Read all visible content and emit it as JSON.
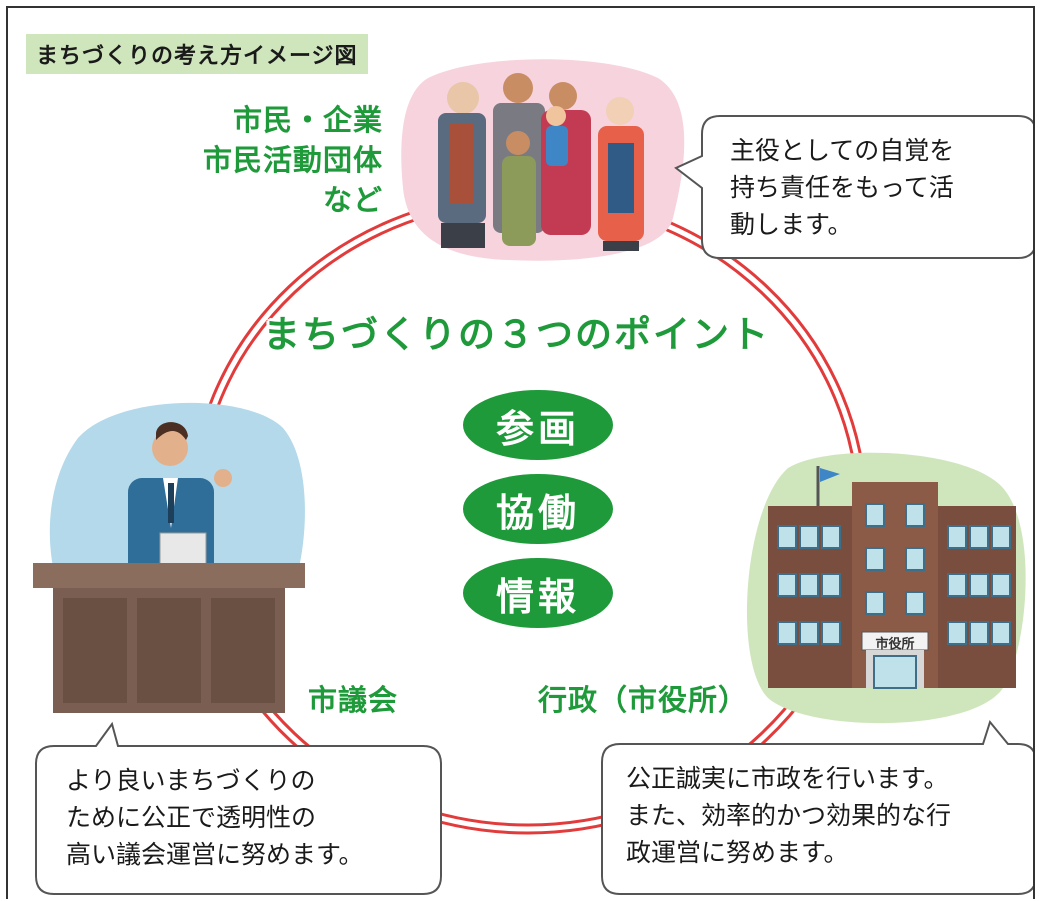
{
  "title": "まちづくりの考え方イメージ図",
  "main_title": "まちづくりの３つのポイント",
  "points": [
    "参画",
    "協働",
    "情報"
  ],
  "citizens": {
    "label_lines": [
      "市民・企業",
      "市民活動団体",
      "など"
    ],
    "bubble_lines": [
      "主役としての自覚を",
      "持ち責任をもって活",
      "動します。"
    ]
  },
  "council": {
    "label": "市議会",
    "bubble_lines": [
      "より良いまちづくりの",
      "ために公正で透明性の",
      "高い議会運営に努めます。"
    ]
  },
  "administration": {
    "label": "行政（市役所）",
    "building_sign": "市役所",
    "bubble_lines": [
      "公正誠実に市政を行います。",
      "また、効率的かつ効果的な行",
      "政運営に努めます。"
    ]
  },
  "colors": {
    "green": "#1f9a3a",
    "circle_red": "#e23b3b",
    "title_bg": "#cfe6bd"
  }
}
